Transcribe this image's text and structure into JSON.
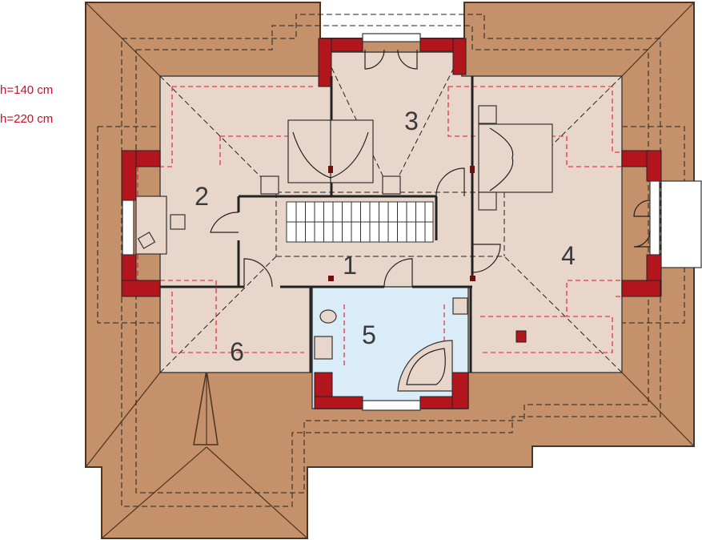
{
  "legend": {
    "height_low": "h=140 cm",
    "height_high": "h=220 cm"
  },
  "rooms": [
    {
      "id": "room-1",
      "label": "1"
    },
    {
      "id": "room-2",
      "label": "2"
    },
    {
      "id": "room-3",
      "label": "3"
    },
    {
      "id": "room-4",
      "label": "4"
    },
    {
      "id": "room-5",
      "label": "5"
    },
    {
      "id": "room-6",
      "label": "6"
    }
  ],
  "colors": {
    "roof": "#c4916a",
    "floor": "#e8d6cb",
    "bathroom": "#d9ecf8",
    "wall": "#b3151d",
    "height_lines": "#e2182a"
  }
}
